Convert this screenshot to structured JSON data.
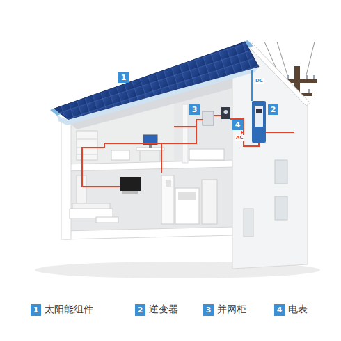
{
  "diagram": {
    "labels": [
      "1",
      "2",
      "3",
      "4",
      "DC",
      "AC",
      "1",
      "2",
      "3",
      "4"
    ],
    "legend": [
      {
        "text": "太阳能组件",
        "color": "#3b8fd4"
      },
      {
        "text": "逆变器",
        "color": "#3b8fd4"
      },
      {
        "text": "并网柜",
        "color": "#3b8fd4"
      },
      {
        "text": "电表",
        "color": "#3b8fd4"
      }
    ]
  }
}
